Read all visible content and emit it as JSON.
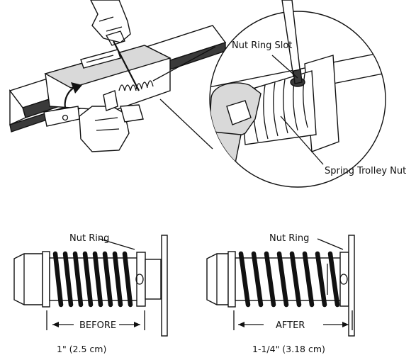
{
  "callouts": {
    "nut_ring_slot": "Nut Ring Slot",
    "spring_trolley_nut": "Spring Trolley Nut"
  },
  "before": {
    "label": "Nut Ring",
    "caption": "BEFORE",
    "measurement": "1\" (2.5 cm)"
  },
  "after": {
    "label": "Nut Ring",
    "caption": "AFTER",
    "measurement": "1-1/4\" (3.18 cm)"
  }
}
